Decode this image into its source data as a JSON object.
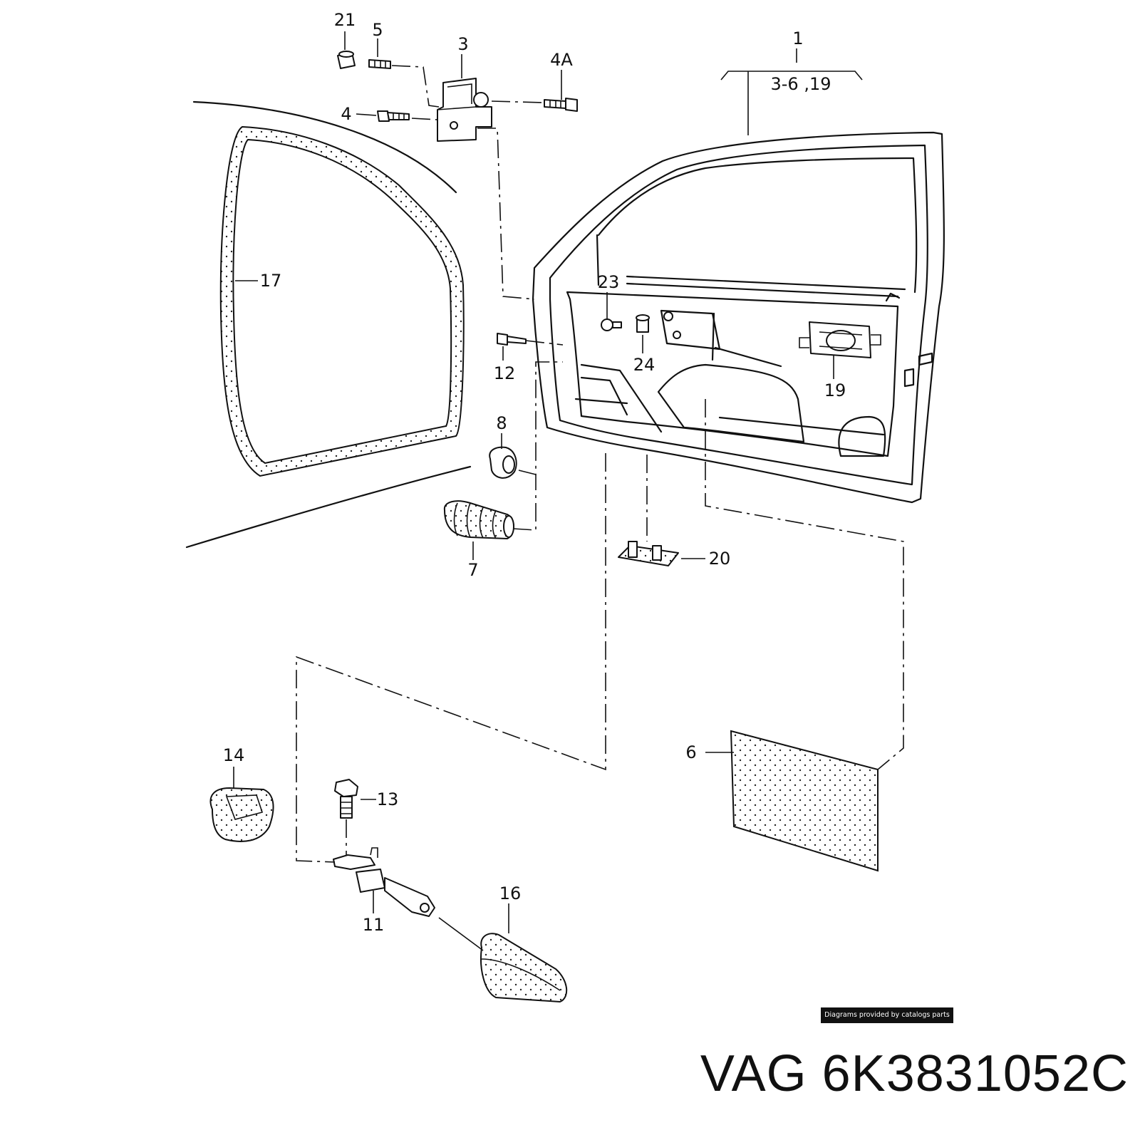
{
  "diagram": {
    "callouts": {
      "c1": "1",
      "c1_sub": "3-6 ,19",
      "c3": "3",
      "c4": "4",
      "c4a": "4A",
      "c5": "5",
      "c6": "6",
      "c7": "7",
      "c8": "8",
      "c11": "11",
      "c12": "12",
      "c13": "13",
      "c14": "14",
      "c16": "16",
      "c17": "17",
      "c19": "19",
      "c20": "20",
      "c21": "21",
      "c23": "23",
      "c24": "24"
    }
  },
  "credit": "Diagrams provided by catalogs parts",
  "part_number": "VAG 6K3831052C"
}
